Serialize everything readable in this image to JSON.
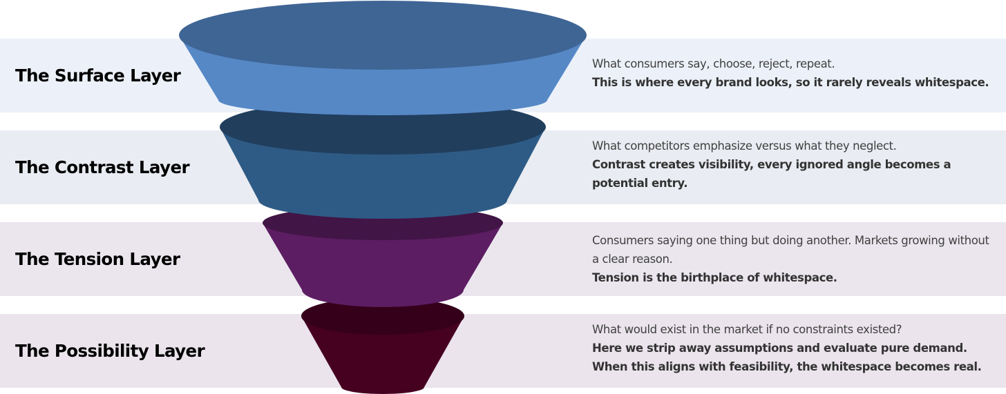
{
  "layers": [
    {
      "title": "The Surface Layer",
      "lead": "What consumers say, choose, reject, repeat.",
      "note": "This is where every brand looks, so it rarely reveals whitespace.",
      "body_color": "#5688c6",
      "top_color": "#3f6595"
    },
    {
      "title": "The Contrast Layer",
      "lead": "What competitors emphasize versus what they neglect.",
      "note": "Contrast creates visibility, every ignored angle becomes a potential entry.",
      "body_color": "#2e5b85",
      "top_color": "#213e5d"
    },
    {
      "title": "The Tension Layer",
      "lead": "Consumers saying one thing but doing another. Markets growing without a clear reason.",
      "note": "Tension is the birthplace of whitespace.",
      "body_color": "#5c1d62",
      "top_color": "#411546"
    },
    {
      "title": "The Possibility Layer",
      "lead": "What would exist in the market if no constraints existed?",
      "note": "Here we strip away assumptions and evaluate pure demand.  When this aligns with feasibility, the whitespace becomes real.",
      "body_color": "#460020",
      "top_color": "#35001a"
    }
  ]
}
